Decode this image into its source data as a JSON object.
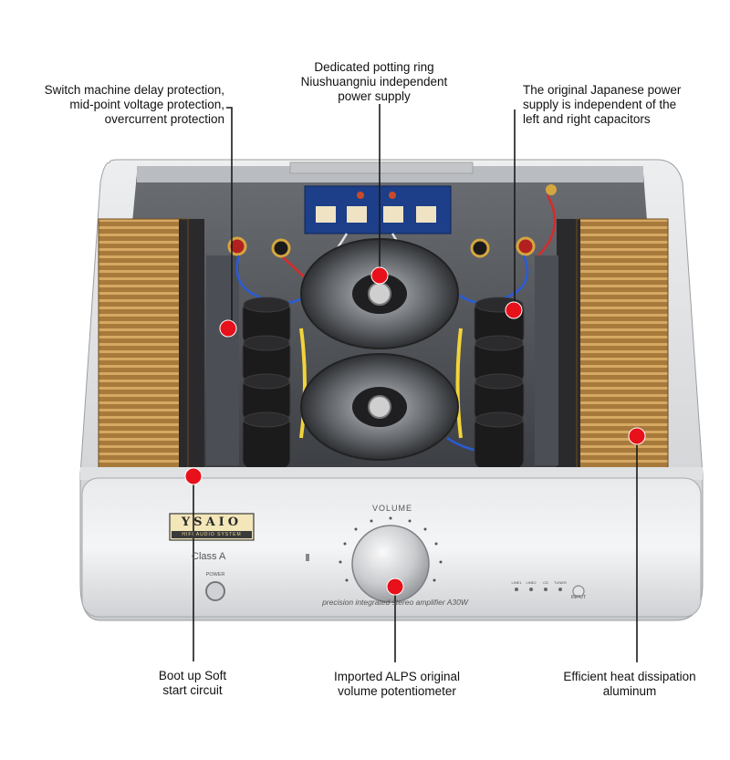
{
  "callouts": {
    "top_left": "Switch machine delay protection,\nmid-point voltage protection,\novercurrent protection",
    "top_center": "Dedicated potting ring\nNiushuangniu independent\npower supply",
    "top_right": "The original Japanese power\nsupply is independent of the\nleft and right capacitors",
    "bottom_left": "Boot up Soft\nstart circuit",
    "bottom_center": "Imported ALPS original\nvolume potentiometer",
    "bottom_right": "Efficient heat dissipation\naluminum"
  },
  "device": {
    "brand": "YSAIO",
    "brand_sub": "HIFI AUDIO SYSTEM",
    "model_class": "Class A",
    "volume_label": "VOLUME",
    "power_label": "POWER",
    "input_label": "INPUT",
    "input_leds": [
      "LINE1",
      "LINE2",
      "CD",
      "TUNER"
    ],
    "panel_text": "precision integrated stereo amplifier A30W"
  },
  "colors": {
    "marker": "#e8101a",
    "leader": "#1a1a1a",
    "chassis": "#d8dadc",
    "heatsink": "#b8894a"
  }
}
